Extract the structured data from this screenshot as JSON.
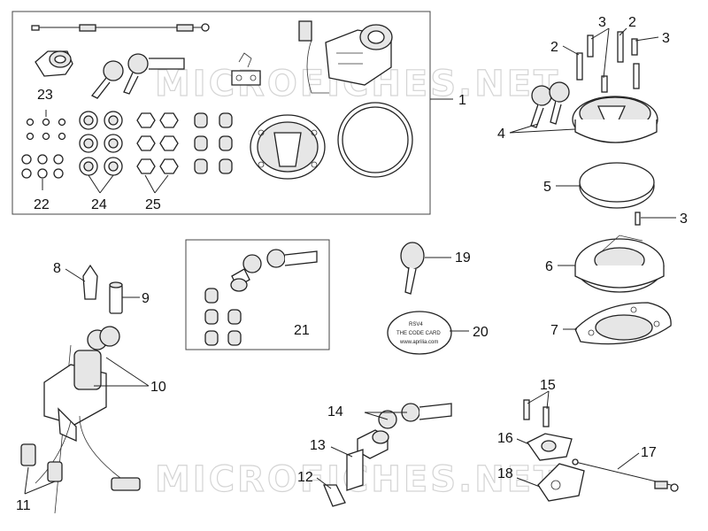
{
  "watermark": {
    "text": "MICROFICHES.NET"
  },
  "part_numbers": {
    "p1": "1",
    "p2a": "2",
    "p2b": "2",
    "p3a": "3",
    "p3b": "3",
    "p3c": "3",
    "p4": "4",
    "p5": "5",
    "p6": "6",
    "p7": "7",
    "p8": "8",
    "p9": "9",
    "p10": "10",
    "p11": "11",
    "p12": "12",
    "p13": "13",
    "p14": "14",
    "p15": "15",
    "p16": "16",
    "p17": "17",
    "p18": "18",
    "p19": "19",
    "p20": "20",
    "p21": "21",
    "p22": "22",
    "p23": "23",
    "p24": "24",
    "p25": "25"
  },
  "key_tag": {
    "line1": "RSV4",
    "line2": "THE CODE CARD",
    "line3": "www.aprilia.com"
  }
}
